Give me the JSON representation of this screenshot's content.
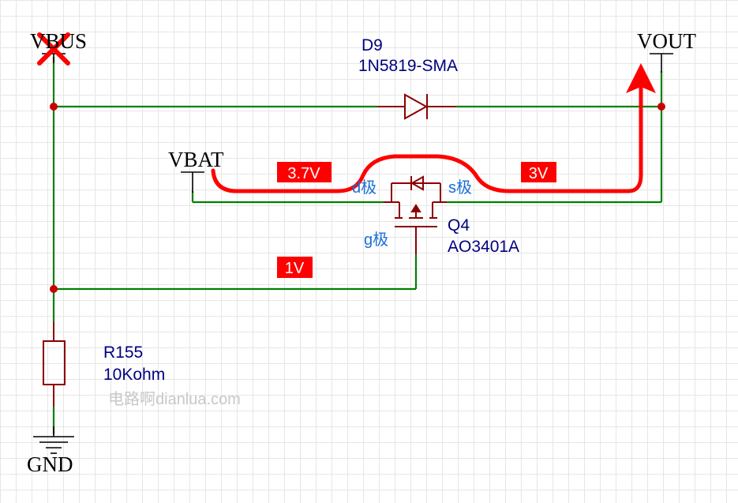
{
  "nets": {
    "vbus": "VBUS",
    "vout": "VOUT",
    "vbat": "VBAT",
    "gnd": "GND"
  },
  "diode": {
    "ref": "D9",
    "part": "1N5819-SMA"
  },
  "mosfet": {
    "ref": "Q4",
    "part": "AO3401A",
    "drain_label": "d极",
    "source_label": "s极",
    "gate_label": "g极"
  },
  "resistor": {
    "ref": "R155",
    "value": "10Kohm"
  },
  "voltage_tags": {
    "drain_side": "3.7V",
    "source_side": "3V",
    "gate": "1V"
  },
  "watermark": "电路啊dianlua.com",
  "colors": {
    "wire": "#008000",
    "component": "#8b0000",
    "junction": "#cc0000",
    "label_blue": "#000080",
    "pin_label": "#1a6fd6",
    "highlight": "#ff0000"
  }
}
